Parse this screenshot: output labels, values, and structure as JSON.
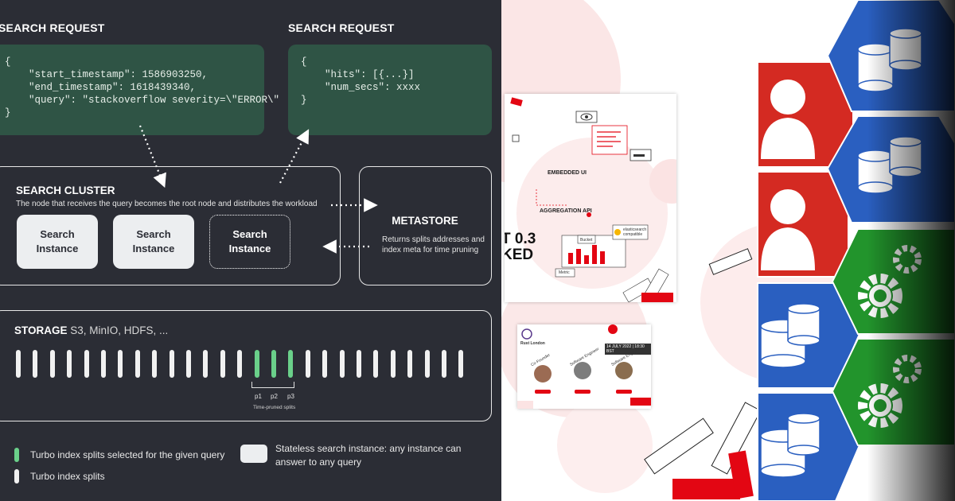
{
  "request": {
    "title": "SEARCH REQUEST",
    "code": "{\n    \"start_timestamp\": 1586903250,\n    \"end_timestamp\": 1618439340,\n    \"query\": \"stackoverflow severity=\\\"ERROR\\\"\n}"
  },
  "response": {
    "title": "SEARCH REQUEST",
    "code": "{\n    \"hits\": [{...}]\n    \"num_secs\": xxxx\n}"
  },
  "cluster": {
    "title": "SEARCH CLUSTER",
    "description": "The  node that receives the query becomes the root node and distributes the workload",
    "instances": [
      "Search\nInstance",
      "Search\nInstance",
      "Search\nInstance"
    ]
  },
  "metastore": {
    "title": "METASTORE",
    "description": "Returns splits addresses and index meta for time pruning"
  },
  "storage": {
    "title": "STORAGE",
    "backends": "S3, MinIO, HDFS, ...",
    "split_count": 27,
    "selected_indices": [
      14,
      15,
      16
    ],
    "pruned_labels": [
      "p1",
      "p2",
      "p3"
    ],
    "pruned_caption": "Time-pruned splits"
  },
  "legend": {
    "selected": "Turbo index splits selected for the given query",
    "splits": "Turbo index splits",
    "stateless": "Stateless search instance: any instance can answer to any query"
  },
  "thumbnails": {
    "card1": {
      "embedded": "EMBEDDED UI",
      "aggregation": "AGGREGATION API",
      "big_line1": "T 0.3",
      "big_line2": "KED",
      "bucket": "Bucket",
      "metric": "Metric",
      "compat": "elasticsearch compatible"
    },
    "card2": {
      "brand": "Rust London",
      "date": "14 JULY 2022 | 18:30 BST",
      "roles": [
        "Co-Founder",
        "Software Engineer",
        "Software Engineer"
      ]
    }
  },
  "colors": {
    "panel_bg": "#2b2d35",
    "code_bg": "#2f5445",
    "split_selected": "#6ad08a",
    "split": "#f1f1f1",
    "hex_red": "#d42a22",
    "hex_blue": "#2a5fc0",
    "hex_green": "#22942c",
    "accent_red": "#e30613"
  },
  "icons": [
    "user-icon",
    "database-icon",
    "gear-icon"
  ]
}
